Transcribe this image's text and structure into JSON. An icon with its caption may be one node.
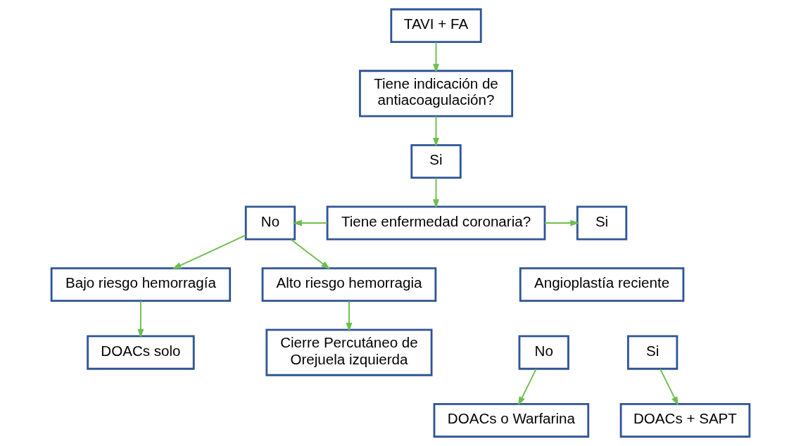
{
  "diagram": {
    "nodes": [
      {
        "text": [
          "TAVI + FA"
        ]
      },
      {
        "text": [
          "Tiene indicación de antiacoagulación?"
        ]
      },
      {
        "text": [
          "Si"
        ]
      },
      {
        "text": [
          "Tiene enfermedad coronaria?"
        ]
      },
      {
        "text": [
          "No"
        ]
      },
      {
        "text": [
          "Si"
        ]
      },
      {
        "text": [
          "Bajo riesgo hemorragía"
        ]
      },
      {
        "text": [
          "Alto riesgo hemorragia"
        ]
      },
      {
        "text": [
          "Angioplastía reciente"
        ]
      },
      {
        "text": [
          "No"
        ]
      },
      {
        "text": [
          "Si"
        ]
      },
      {
        "text": [
          "DOACs solo"
        ]
      },
      {
        "text": [
          "Cierre Percutáneo de Orejuela izquierda"
        ]
      },
      {
        "text": [
          "DOACs o Warfarina"
        ]
      },
      {
        "text": [
          "DOACs + SAPT"
        ]
      }
    ],
    "edges": [
      {
        "from": 0,
        "to": 1,
        "arrow": "to"
      },
      {
        "from": 1,
        "to": 2,
        "arrow": "to"
      },
      {
        "from": 2,
        "to": 3,
        "arrow": "to"
      },
      {
        "from": 3,
        "to": 4,
        "arrow": "to"
      },
      {
        "from": 3,
        "to": 5,
        "arrow": "to"
      },
      {
        "from": 4,
        "to": 6,
        "arrow": "to"
      },
      {
        "from": 4,
        "to": 7,
        "arrow": "to"
      },
      {
        "from": 6,
        "to": 11,
        "arrow": "to"
      },
      {
        "from": 7,
        "to": 12,
        "arrow": "to"
      },
      {
        "from": 9,
        "to": 13,
        "arrow": "to"
      },
      {
        "from": 10,
        "to": 14,
        "arrow": "to"
      }
    ]
  }
}
